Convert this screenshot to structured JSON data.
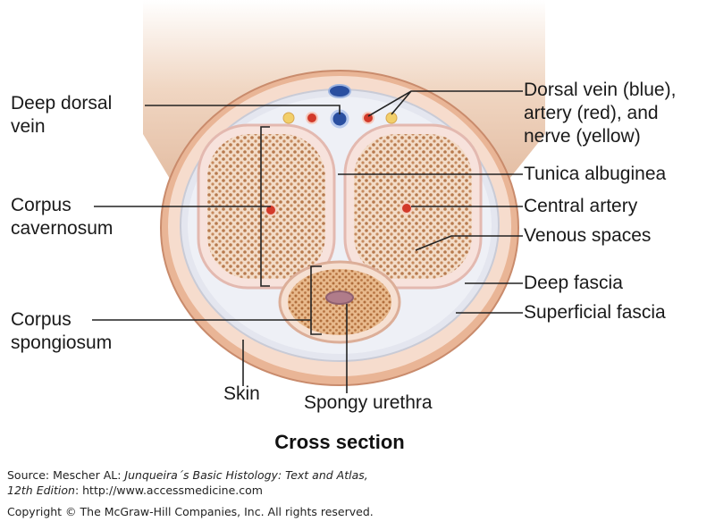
{
  "labels": {
    "deep_dorsal_vein": [
      "Deep dorsal",
      "vein"
    ],
    "corpus_cavernosum": [
      "Corpus",
      "cavernosum"
    ],
    "corpus_spongiosum": [
      "Corpus",
      "spongiosum"
    ],
    "skin": "Skin",
    "spongy_urethra": "Spongy urethra",
    "dorsal_vessels": [
      "Dorsal vein (blue),",
      "artery (red), and",
      "nerve (yellow)"
    ],
    "tunica_albuginea": "Tunica albuginea",
    "central_artery": "Central artery",
    "venous_spaces": "Venous spaces",
    "deep_fascia": "Deep fascia",
    "superficial_fascia": "Superficial fascia"
  },
  "title": "Cross section",
  "footer": {
    "source_prefix": "Source: Mescher AL: ",
    "book_title": "Junqueira´s Basic Histology: Text and Atlas,",
    "edition": "12th Edition",
    "url": ": http://www.accessmedicine.com",
    "copyright": "Copyright © The McGraw-Hill Companies, Inc. All rights reserved."
  },
  "colors": {
    "vein": "#2a4fa0",
    "artery": "#d23a2a",
    "nerve": "#f2cf6a",
    "skin": "#e9b596"
  }
}
